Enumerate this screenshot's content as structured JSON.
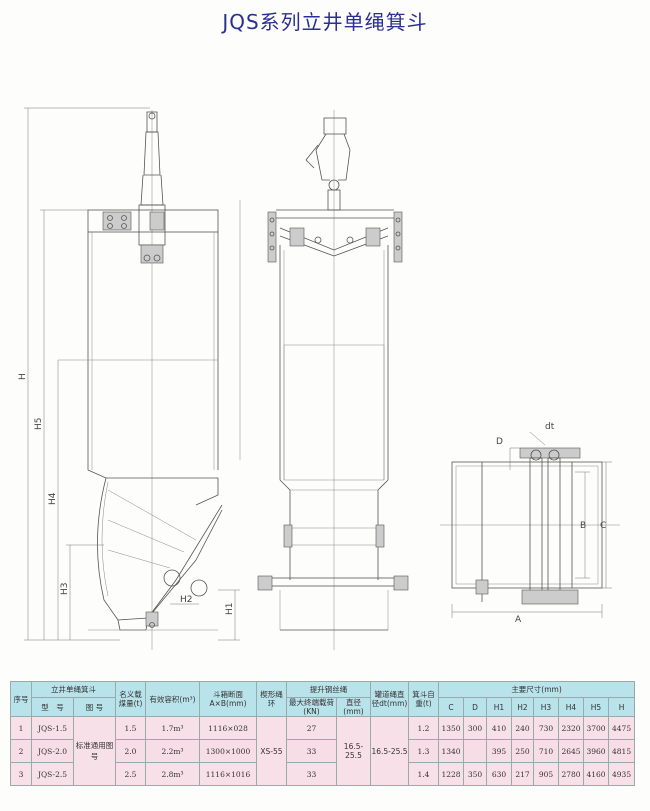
{
  "title": "JQS系列立井单绳箕斗",
  "dimension_labels": {
    "H": "H",
    "H5": "H5",
    "H4": "H4",
    "H3": "H3",
    "H2": "H2",
    "H1": "H1",
    "D": "D",
    "dt": "dt",
    "B": "B",
    "C": "C",
    "A": "A"
  },
  "table": {
    "header": {
      "seq": "序号",
      "skip_group": "立井单绳箕斗",
      "model": "型　号",
      "drawing_no": "图 号",
      "nominal_capacity": "名义载煤量(t)",
      "effective_volume": "有效容积(m³)",
      "box_section": "斗箱断面A×B(mm)",
      "ring_type": "楔形绳环",
      "hoist_rope_group": "提升钢丝绳",
      "max_breaking_load": "最大终端载荷(KN)",
      "rope_diameter": "直径(mm)",
      "guide_rope_diameter": "罐道绳直径dt(mm)",
      "self_weight": "箕斗自重(t)",
      "main_dims": "主要尺寸(mm)",
      "dim_cols": [
        "C",
        "D",
        "H1",
        "H2",
        "H3",
        "H4",
        "H5",
        "H"
      ]
    },
    "shared": {
      "drawing_no": "标准通用图号",
      "ring_type": "XS-55",
      "rope_diameter": "16.5-25.5",
      "guide_rope_diameter": "16.5-25.5"
    },
    "rows": [
      {
        "seq": "1",
        "model": "JQS-1.5",
        "capacity": "1.5",
        "volume": "1.7m³",
        "section": "1116×028",
        "load": "27",
        "weight": "1.2",
        "dims": [
          "1350",
          "300",
          "410",
          "240",
          "730",
          "2320",
          "3700",
          "4475"
        ]
      },
      {
        "seq": "2",
        "model": "JQS-2.0",
        "capacity": "2.0",
        "volume": "2.2m³",
        "section": "1300×1000",
        "load": "33",
        "weight": "1.3",
        "dims": [
          "1340",
          "",
          "395",
          "250",
          "710",
          "2645",
          "3960",
          "4815"
        ]
      },
      {
        "seq": "3",
        "model": "JQS-2.5",
        "capacity": "2.5",
        "volume": "2.8m³",
        "section": "1116×1016",
        "load": "33",
        "weight": "1.4",
        "dims": [
          "1228",
          "350",
          "630",
          "217",
          "905",
          "2780",
          "4160",
          "4935"
        ]
      }
    ]
  }
}
